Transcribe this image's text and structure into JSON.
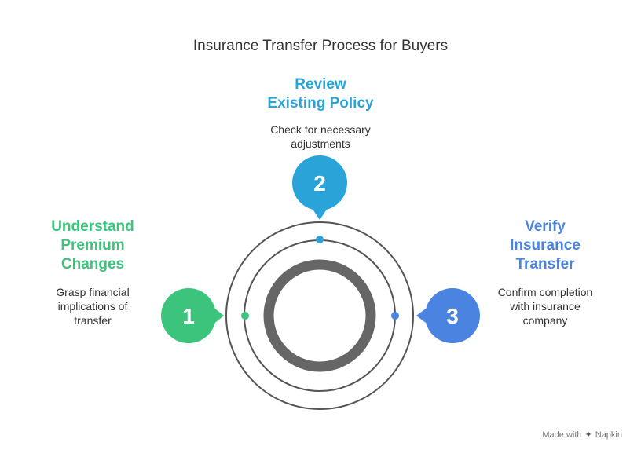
{
  "title": "Insurance Transfer Process for Buyers",
  "colors": {
    "step1": "#3cc47c",
    "step2": "#2aa4d8",
    "step3": "#4a84e0",
    "ring": "#555555",
    "inner_ring": "#666666"
  },
  "steps": [
    {
      "number": "1",
      "title_lines": [
        "Understand",
        "Premium",
        "Changes"
      ],
      "desc_lines": [
        "Grasp financial",
        "implications of",
        "transfer"
      ]
    },
    {
      "number": "2",
      "title_lines": [
        "Review",
        "Existing Policy"
      ],
      "desc_lines": [
        "Check for necessary",
        "adjustments"
      ]
    },
    {
      "number": "3",
      "title_lines": [
        "Verify",
        "Insurance",
        "Transfer"
      ],
      "desc_lines": [
        "Confirm completion",
        "with insurance",
        "company"
      ]
    }
  ],
  "branding": {
    "text": "Made with",
    "name": "Napkin",
    "icon": "napkin-logo-icon"
  }
}
